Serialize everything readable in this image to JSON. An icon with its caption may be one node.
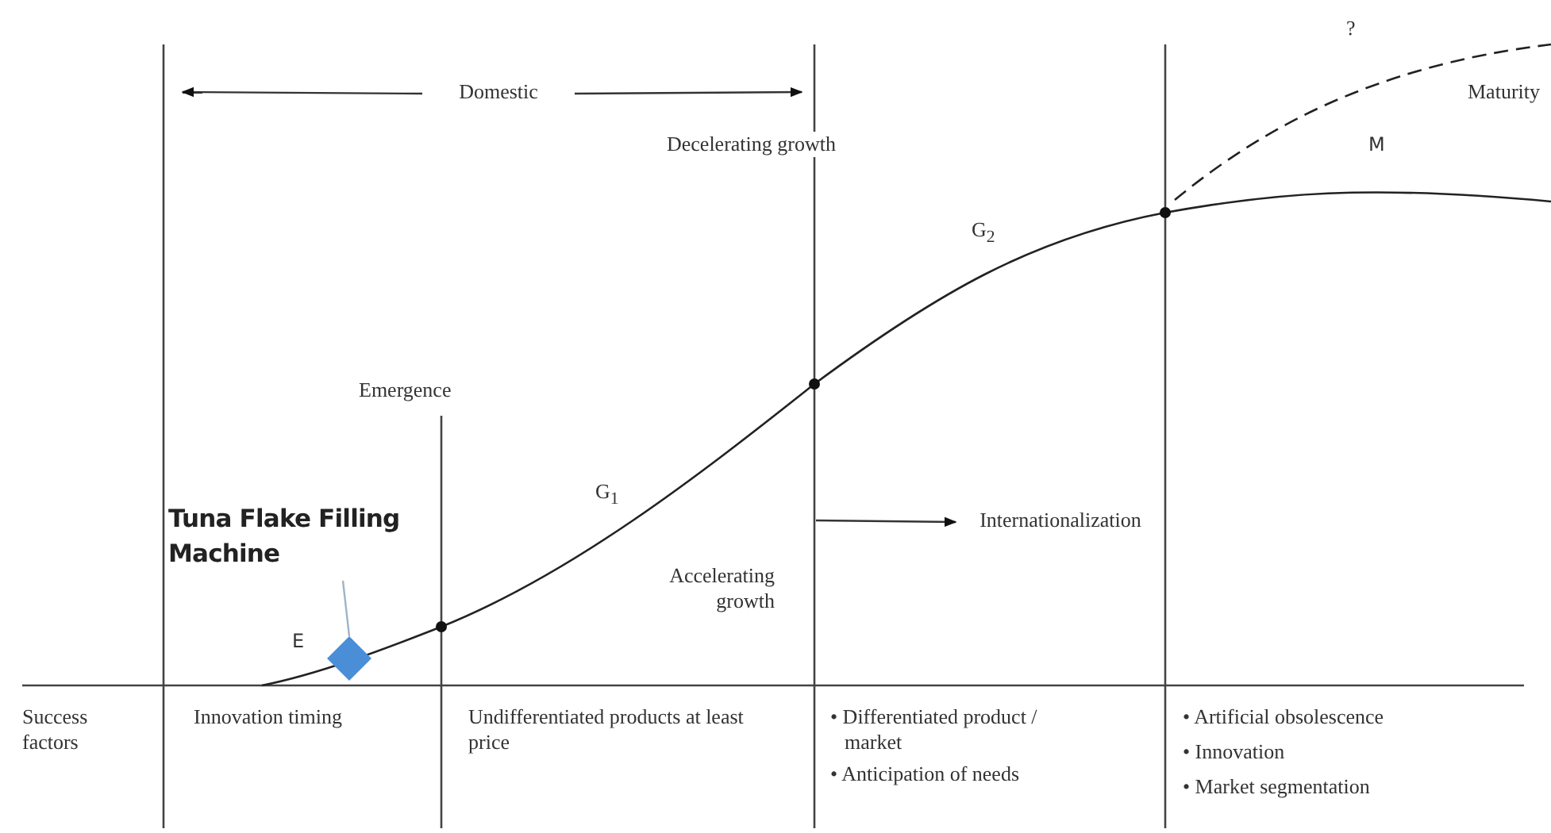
{
  "diagram": {
    "nodes": [
      {
        "text": [
          "Domestic"
        ]
      },
      {
        "text": [
          "Internationalization"
        ]
      },
      {
        "text": [
          "Tuna Flake Filling Machine"
        ]
      },
      {
        "text": [],
        "shape": "diamond"
      }
    ],
    "edges": [
      {
        "from": 0,
        "to": null,
        "arrow": "to"
      },
      {
        "from": 0,
        "to": null,
        "arrow": "to"
      },
      {
        "from": null,
        "to": 1,
        "arrow": "to"
      },
      {
        "from": 2,
        "to": 3,
        "arrow": "none",
        "color": "#9fb4c8"
      }
    ],
    "labels": [
      "?",
      "Maturity",
      "Decelerating growth",
      "M",
      "G$_{2}$",
      "Emergence",
      "G$_{1}$",
      "Accelerating growth",
      "E",
      "Success factors",
      "Innovation timing",
      "Undifferentiated products at least price",
      "• Differentiated product / market",
      "• Anticipation of needs",
      "• Artificial obsolescence",
      "• Innovation",
      "• Market segmentation"
    ]
  }
}
